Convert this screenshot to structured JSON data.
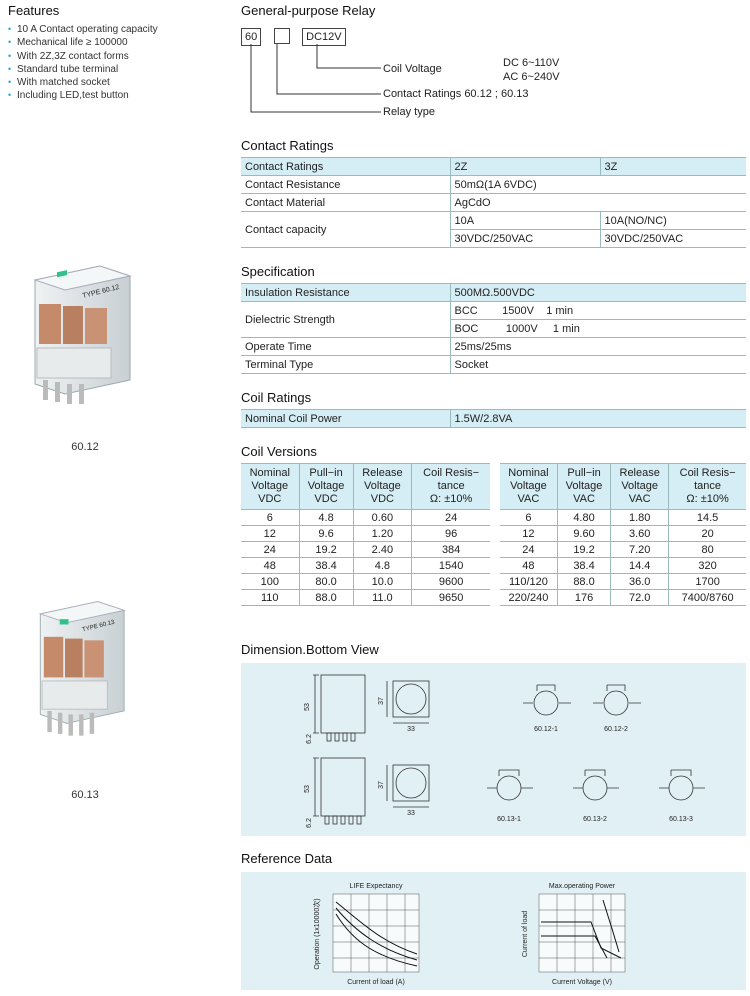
{
  "features": {
    "title": "Features",
    "items": [
      "10 A Contact operating capacity",
      "Mechanical life ≥ 100000",
      "With 2Z,3Z contact forms",
      "Standard tube terminal",
      "With matched socket",
      "Including LED,test button"
    ]
  },
  "products": [
    {
      "caption": "60.12",
      "label_text": "TYPE 60.12"
    },
    {
      "caption": "60.13",
      "label_text": "TYPE 60.13"
    }
  ],
  "gp": {
    "title": "General-purpose Relay",
    "code_boxes": [
      "60",
      "",
      "DC12V"
    ],
    "coil_voltage_label": "Coil Voltage",
    "coil_voltage_values": [
      "DC 6~110V",
      "AC 6~240V"
    ],
    "contact_ratings_label": "Contact Ratings 60.12 ; 60.13",
    "relay_type_label": "Relay type"
  },
  "contact_ratings": {
    "title": "Contact Ratings",
    "rows": [
      [
        "Contact Ratings",
        "2Z",
        "3Z"
      ],
      [
        "Contact Resistance",
        "50mΩ(1A 6VDC)"
      ],
      [
        "Contact Material",
        "AgCdO"
      ]
    ],
    "capacity_label": "Contact capacity",
    "capacity": [
      [
        "10A",
        "10A(NO/NC)"
      ],
      [
        "30VDC/250VAC",
        "30VDC/250VAC"
      ]
    ]
  },
  "specification": {
    "title": "Specification",
    "insulation": [
      "Insulation Resistance",
      "500MΩ.500VDC"
    ],
    "dielectric_label": "Dielectric Strength",
    "dielectric": [
      "BCC        1500V    1 min",
      "BOC         1000V     1 min"
    ],
    "rows": [
      [
        "Operate Time",
        "25ms/25ms"
      ],
      [
        "Terminal Type",
        "Socket"
      ]
    ]
  },
  "coil_ratings": {
    "title": "Coil Ratings",
    "row": [
      "Nominal Coil Power",
      "1.5W/2.8VA"
    ]
  },
  "coil_versions": {
    "title": "Coil Versions",
    "dc_headers": [
      [
        "Nominal",
        "Voltage",
        "VDC"
      ],
      [
        "Pull−in",
        "Voltage",
        "VDC"
      ],
      [
        "Release",
        "Voltage",
        "VDC"
      ],
      [
        "Coil Resis−",
        "tance",
        "Ω: ±10%"
      ]
    ],
    "dc_rows": [
      [
        "6",
        "4.8",
        "0.60",
        "24"
      ],
      [
        "12",
        "9.6",
        "1.20",
        "96"
      ],
      [
        "24",
        "19.2",
        "2.40",
        "384"
      ],
      [
        "48",
        "38.4",
        "4.8",
        "1540"
      ],
      [
        "100",
        "80.0",
        "10.0",
        "9600"
      ],
      [
        "110",
        "88.0",
        "11.0",
        "9650"
      ]
    ],
    "ac_headers": [
      [
        "Nominal",
        "Voltage",
        "VAC"
      ],
      [
        "Pull−in",
        "Voltage",
        "VAC"
      ],
      [
        "Release",
        "Voltage",
        "VAC"
      ],
      [
        "Coil Resis−",
        "tance",
        "Ω: ±10%"
      ]
    ],
    "ac_rows": [
      [
        "6",
        "4.80",
        "1.80",
        "14.5"
      ],
      [
        "12",
        "9.60",
        "3.60",
        "20"
      ],
      [
        "24",
        "19.2",
        "7.20",
        "80"
      ],
      [
        "48",
        "38.4",
        "14.4",
        "320"
      ],
      [
        "110/120",
        "88.0",
        "36.0",
        "1700"
      ],
      [
        "220/240",
        "176",
        "72.0",
        "7400/8760"
      ]
    ]
  },
  "dimension": {
    "title": "Dimension.Bottom View",
    "dims": [
      "53",
      "37",
      "33",
      "6.2"
    ],
    "wiring_labels": [
      "60.12-1",
      "60.12-2",
      "60.13-1",
      "60.13-2",
      "60.13-3"
    ]
  },
  "reference": {
    "title": "Reference Data",
    "life_title": "LIFE  Expectancy",
    "life_ylabel": "Operation (1x10000次)",
    "life_xlabel": "Current of load (A)",
    "max_title": "Max.operating Power",
    "max_ylabel": "Current of load",
    "max_xlabel": "Current Voltage (V)"
  },
  "colors": {
    "accent": "#2aa6c8",
    "table_header": "#d5edf4",
    "panel": "#e1f0f5"
  }
}
